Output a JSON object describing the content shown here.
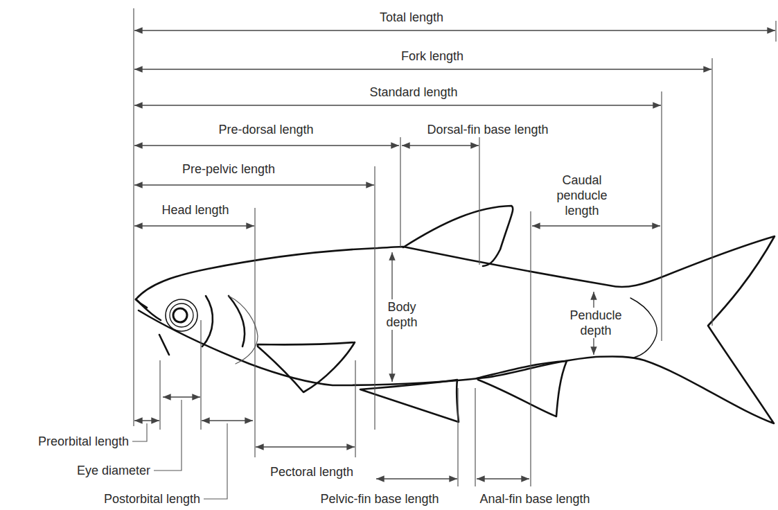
{
  "diagram": {
    "labels": [
      "Total length",
      "Fork length",
      "Standard length",
      "Pre-dorsal length",
      "Dorsal-fin base length",
      "Pre-pelvic length",
      "Head length",
      "Caudal penducle length",
      "Body depth",
      "Penducle depth",
      "Preorbital length",
      "Eye diameter",
      "Postorbital length",
      "Pectoral length",
      "Pelvic-fin base length",
      "Anal-fin base length"
    ]
  }
}
